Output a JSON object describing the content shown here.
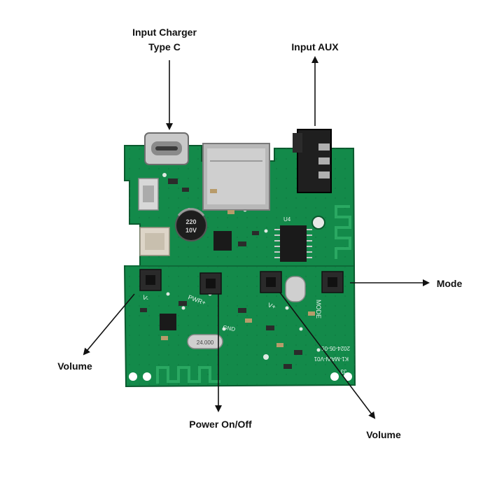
{
  "labels": {
    "charger_line1": "Input Charger",
    "charger_line2": "Type C",
    "aux": "Input AUX",
    "mode": "Mode",
    "volume_left": "Volume",
    "power": "Power On/Off",
    "volume_right": "Volume"
  },
  "board_markings": {
    "capacitor_value": "220",
    "capacitor_voltage": "10V",
    "crystal_freq": "24.000",
    "date_code": "2024-05-05",
    "board_id": "K1-MAIN-V01",
    "chip_label": "U4",
    "silk_pwr": "PWR+",
    "silk_mode": "MODE",
    "silk_vplus": "V+",
    "silk_vminus": "V-",
    "silk_gnd": "GND",
    "silk_j3": "J3"
  },
  "colors": {
    "pcb": "#138a4a",
    "pcb_dark": "#0e6b39",
    "silkscreen": "#e8f2ec",
    "metal": "#bdbdbd"
  }
}
